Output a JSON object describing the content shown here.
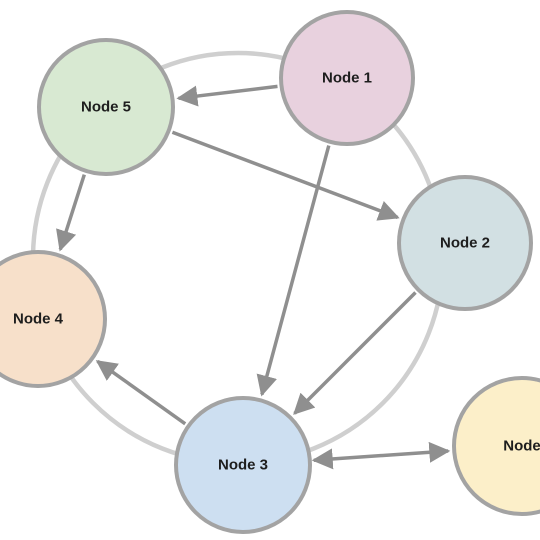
{
  "diagram": {
    "nodes": [
      {
        "id": "n1",
        "label": "Node 1",
        "fill": "#e8d1de"
      },
      {
        "id": "n2",
        "label": "Node 2",
        "fill": "#d2e0e3"
      },
      {
        "id": "n3",
        "label": "Node 3",
        "fill": "#cddff1"
      },
      {
        "id": "n4",
        "label": "Node 4",
        "fill": "#f7e0ca"
      },
      {
        "id": "n5",
        "label": "Node 5",
        "fill": "#d8e9d2"
      },
      {
        "id": "n6",
        "label": "Node",
        "fill": "#fcefc9"
      }
    ],
    "edges": [
      {
        "from": "n1",
        "to": "n5",
        "type": "directed"
      },
      {
        "from": "n1",
        "to": "n3",
        "type": "directed"
      },
      {
        "from": "n5",
        "to": "n2",
        "type": "directed"
      },
      {
        "from": "n5",
        "to": "n4",
        "type": "directed"
      },
      {
        "from": "n2",
        "to": "n3",
        "type": "directed"
      },
      {
        "from": "n3",
        "to": "n4",
        "type": "directed"
      },
      {
        "from": "n3",
        "to": "n6",
        "type": "bidirectional"
      }
    ],
    "colors": {
      "node_stroke": "#a3a3a3",
      "edge": "#8f8f8f",
      "ring": "#cfcfcf",
      "label": "#1e1e1e"
    }
  }
}
